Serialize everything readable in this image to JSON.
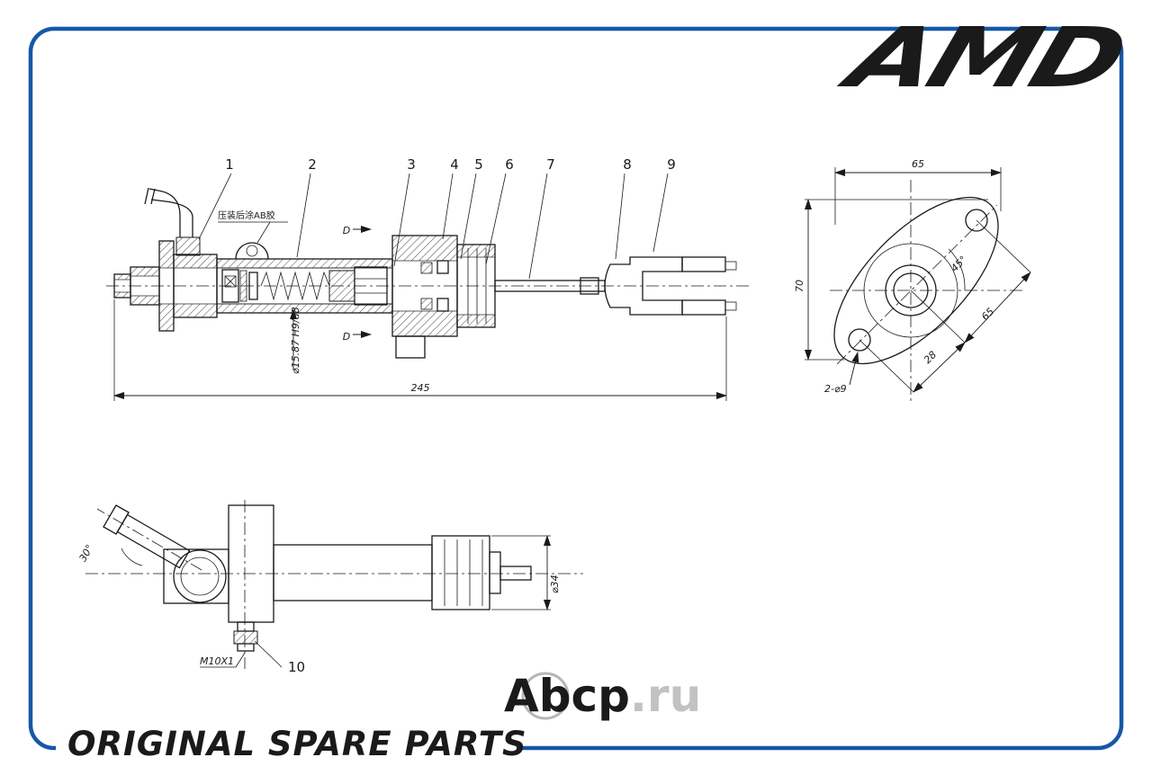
{
  "frame": {
    "border_color": "#1558a8"
  },
  "logo": {
    "text": "AMD"
  },
  "watermark": {
    "main": "Abcp",
    "suffix": ".ru"
  },
  "footer": {
    "text": "ORIGINAL SPARE PARTS"
  },
  "drawing": {
    "callouts": {
      "c1": "1",
      "c2": "2",
      "c3": "3",
      "c4": "4",
      "c5": "5",
      "c6": "6",
      "c7": "7",
      "c8": "8",
      "c9": "9",
      "c10": "10"
    },
    "notes": {
      "assembly_note": "压装后涂AB胶",
      "section_label": "D"
    },
    "dims": {
      "total_length": "245",
      "bore": "⌀15.87 H9/d8",
      "flange_width": "65",
      "flange_height": "70",
      "bolt_angle": "45°",
      "hole_offset": "28",
      "hole_spacing": "65",
      "holes": "2-⌀9",
      "port_angle": "30°",
      "thread": "M10X1",
      "body_dia": "⌀34"
    }
  }
}
